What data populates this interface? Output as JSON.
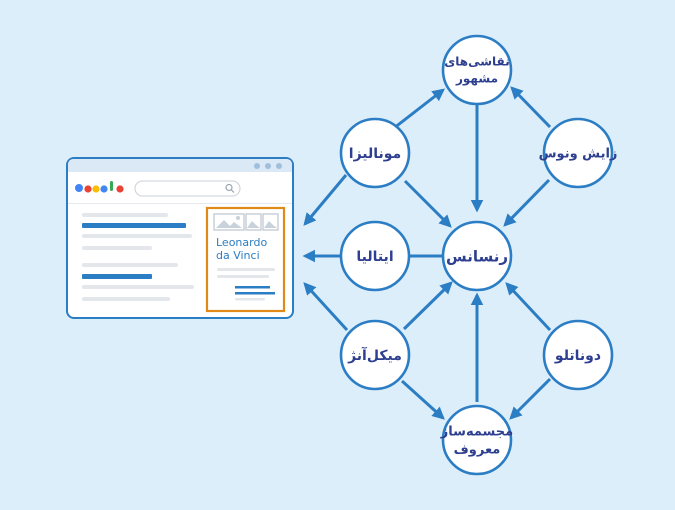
{
  "browser": {
    "logo_colors": [
      "#4285f4",
      "#ea4335",
      "#fbbc05",
      "#4285f4",
      "#34a853",
      "#ea4335"
    ],
    "panel_title_line1": "Leonardo",
    "panel_title_line2": "da Vinci"
  },
  "nodes": {
    "famous_paintings": {
      "line1": "نقاشی‌های",
      "line2": "مشهور"
    },
    "mona_lisa": "مونالیزا",
    "birth_of_venus": "زایش ونوس",
    "italy": "ایتالیا",
    "renaissance": "رنسانس",
    "michelangelo": "میکل‌آنژ",
    "donatello": "دوناتلو",
    "famous_sculptor": {
      "line1": "مجسمه‌ساز",
      "line2": "معروف"
    }
  },
  "colors": {
    "background": "#ddeefb",
    "accent_blue": "#2b7dc4",
    "label_navy": "#2e3f8f",
    "highlight_orange": "#e08a1a"
  }
}
